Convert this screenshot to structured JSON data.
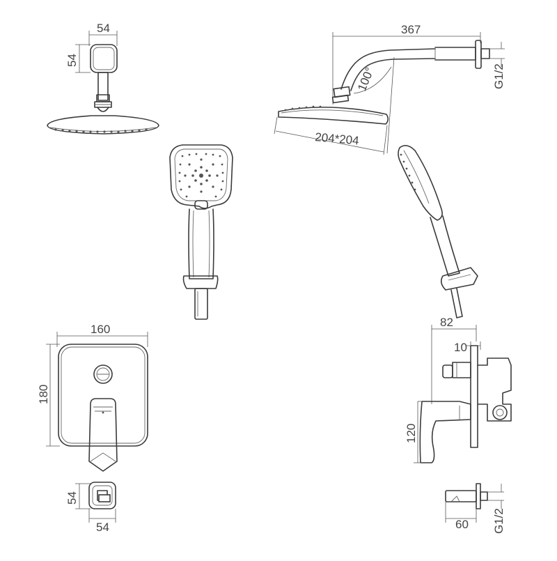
{
  "dimensions": {
    "head_bracket_width": "54",
    "head_bracket_height": "54",
    "arm_length": "367",
    "arm_angle": "100°",
    "arm_thread": "G1/2",
    "head_size": "204*204",
    "plate_width": "160",
    "plate_height": "180",
    "valve_depth": "82",
    "plate_thickness": "10",
    "valve_height": "120",
    "outlet_height": "54",
    "outlet_width": "54",
    "outlet_length": "60",
    "outlet_thread": "G1/2"
  }
}
